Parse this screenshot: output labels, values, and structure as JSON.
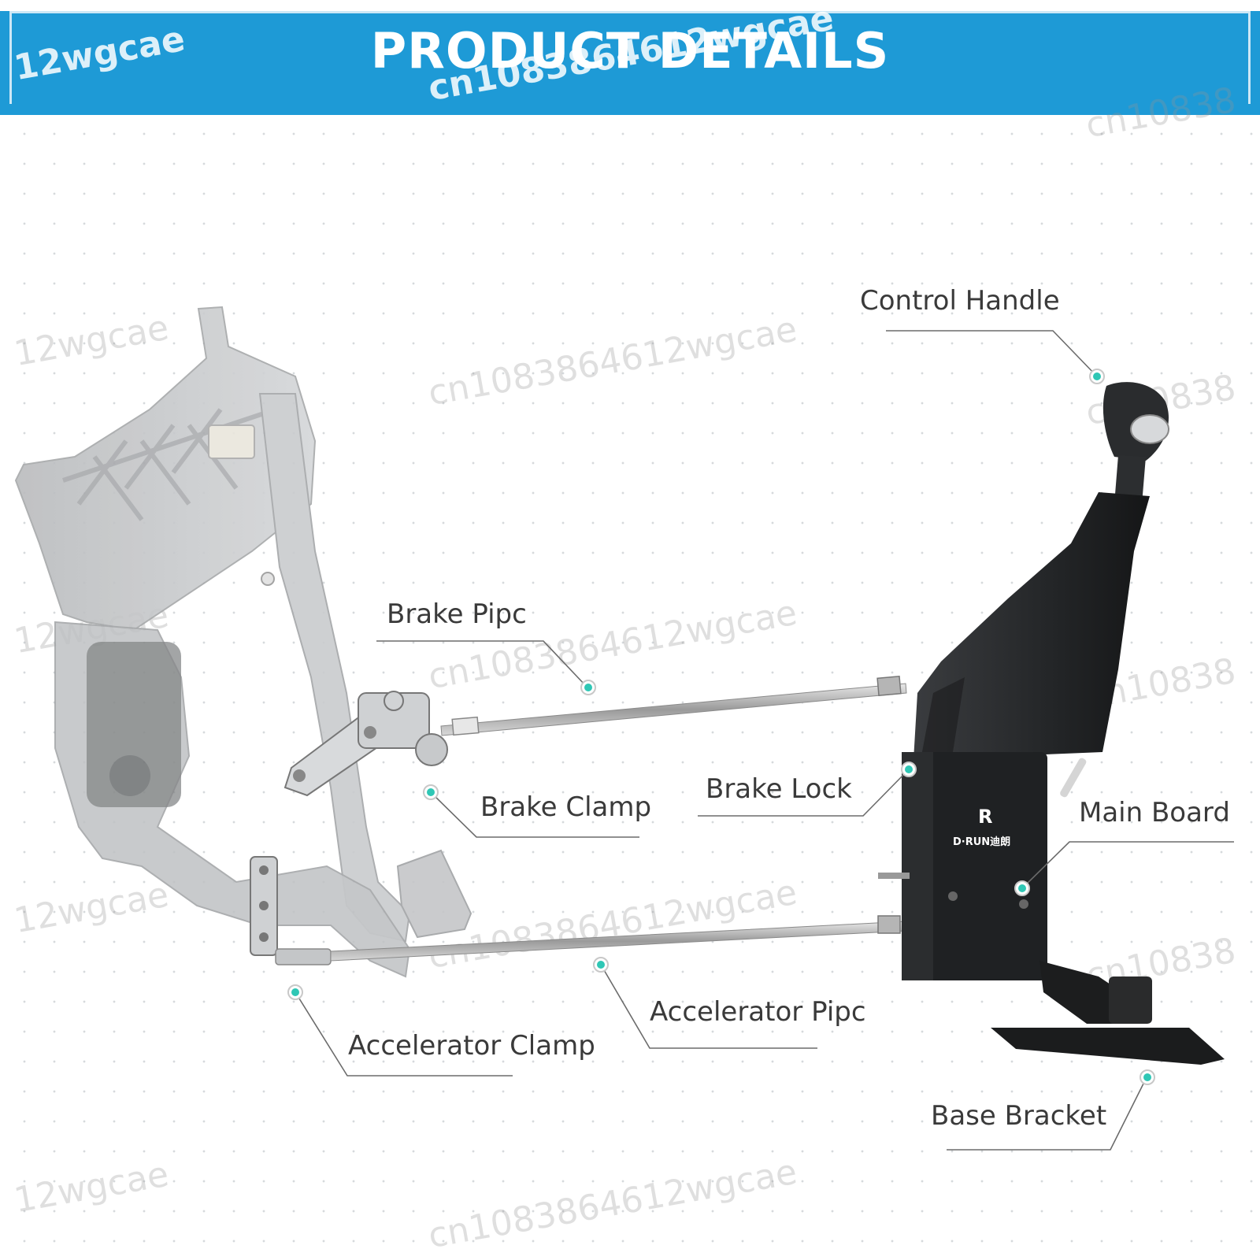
{
  "banner": {
    "title": "PRODUCT DETAILS",
    "color": "#1e9ad6"
  },
  "watermarks": [
    "12wgcae",
    "cn1083864612wgcae",
    "cn10838"
  ],
  "callout_dot_color": "#2fc7b5",
  "labels": {
    "control_handle": "Control Handle",
    "brake_pipe": "Brake Pipc",
    "brake_clamp": "Brake Clamp",
    "brake_lock": "Brake Lock",
    "main_board": "Main Board",
    "accelerator_pipe": "Accelerator Pipc",
    "accelerator_clamp": "Accelerator Clamp",
    "base_bracket": "Base Bracket"
  },
  "device_logo": {
    "brand": "D·RUN迪朗"
  }
}
